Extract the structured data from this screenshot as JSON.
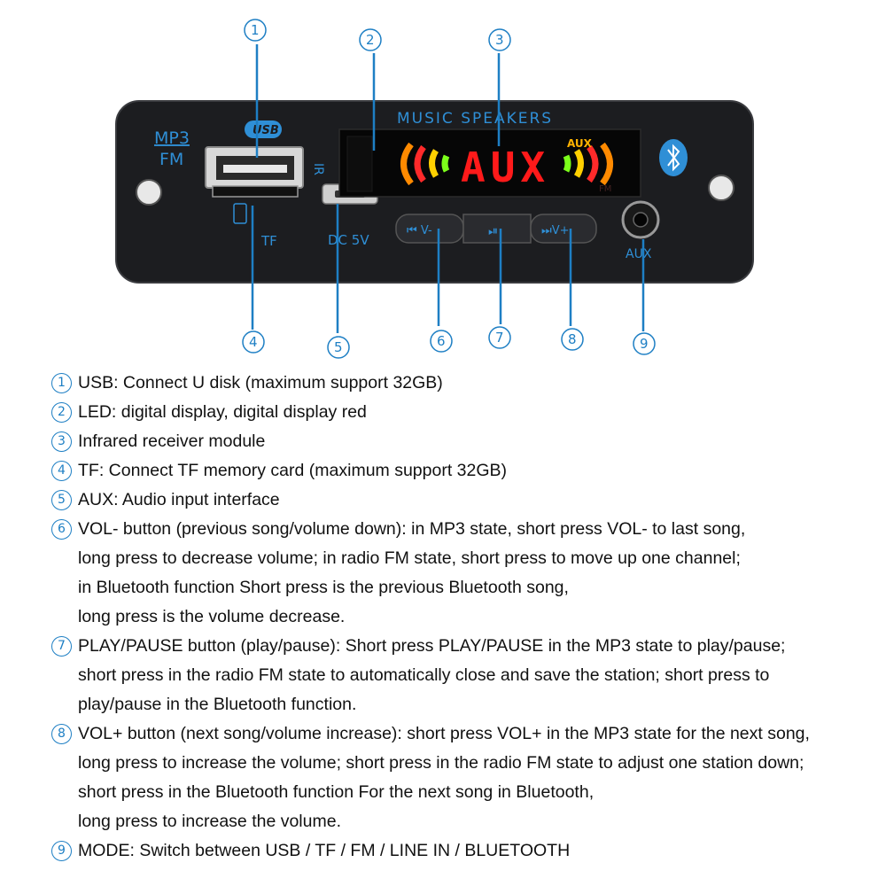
{
  "panel": {
    "logo_top": "MP3",
    "logo_bottom": "FM",
    "usb_label": "USB",
    "ir_label": "IR",
    "tf_label": "TF",
    "dc_label": "DC 5V",
    "title": "MUSIC SPEAKERS",
    "display_text": "AUX",
    "aux_indicator": "AUX",
    "fm_indicator": "FM",
    "btn_prev_label": "⏮ V-",
    "btn_play_label": "⏯",
    "btn_next_label": "⏭V+",
    "aux_jack_label": "AUX"
  },
  "callouts": [
    "1",
    "2",
    "3",
    "4",
    "5",
    "6",
    "7",
    "8",
    "9"
  ],
  "legend": [
    {
      "num": "1",
      "lines": [
        "USB: Connect U disk (maximum support 32GB)"
      ]
    },
    {
      "num": "2",
      "lines": [
        "LED: digital display, digital display red"
      ]
    },
    {
      "num": "3",
      "lines": [
        "Infrared receiver module"
      ]
    },
    {
      "num": "4",
      "lines": [
        "TF: Connect TF memory card (maximum support 32GB)"
      ]
    },
    {
      "num": "5",
      "lines": [
        "AUX: Audio input interface"
      ]
    },
    {
      "num": "6",
      "lines": [
        "VOL- button (previous song/volume down): in MP3 state, short press VOL- to last song,",
        "long press to decrease volume; in radio FM state, short press to move up one channel;",
        "in Bluetooth function Short press is the previous Bluetooth song,",
        "long press is the volume decrease."
      ]
    },
    {
      "num": "7",
      "lines": [
        "PLAY/PAUSE button (play/pause): Short press PLAY/PAUSE in the MP3 state to play/pause;",
        "short press in the radio FM state to automatically close and save the station; short press to",
        "play/pause in the Bluetooth function."
      ]
    },
    {
      "num": "8",
      "lines": [
        "VOL+ button (next song/volume increase): short press VOL+ in the MP3 state for the next song,",
        "long press to increase the volume; short press in the radio FM state to adjust one station down;",
        "short press in the Bluetooth function For the next song in Bluetooth,",
        "long press to increase the volume."
      ]
    },
    {
      "num": "9",
      "lines": [
        "MODE: Switch between USB / TF / FM / LINE IN / BLUETOOTH"
      ]
    }
  ],
  "colors": {
    "accent": "#1e7fc4",
    "panel": "#1c1d20",
    "display_red": "#ff1a1a"
  }
}
